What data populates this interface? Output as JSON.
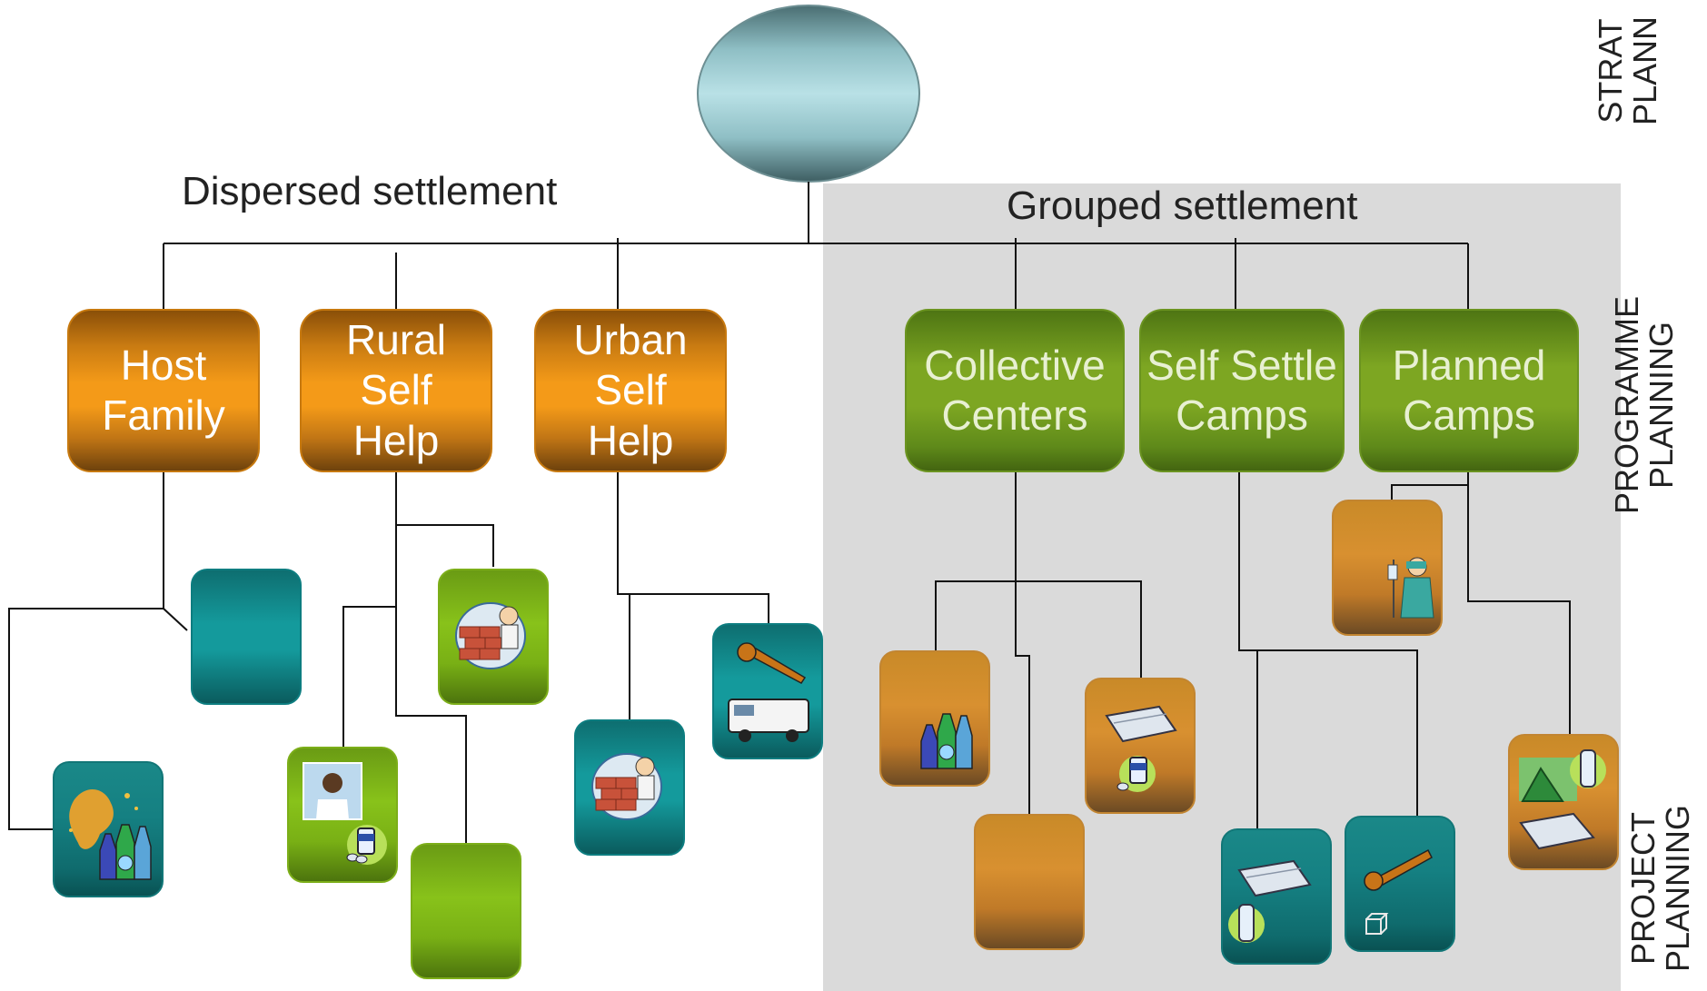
{
  "root": {
    "label": ""
  },
  "branches": {
    "dispersed": "Dispersed settlement",
    "grouped": "Grouped settlement"
  },
  "planning_levels": {
    "strategic_1": "STRAT",
    "strategic_2": "PLANN",
    "programme_1": "PROGRAMME",
    "programme_2": "PLANNING",
    "project_1": "PROJECT",
    "project_2": "PLANNING"
  },
  "options": {
    "host_family": "Host\nFamily",
    "rural_self_help": "Rural\nSelf\nHelp",
    "urban_self_help": "Urban\nSelf\nHelp",
    "collective_centers": "Collective\nCenters",
    "self_settle_camps": "Self Settle\nCamps",
    "planned_camps": "Planned\nCamps"
  },
  "project_boxes": [
    {
      "id": "hf-teal",
      "icon": "empty"
    },
    {
      "id": "hf-nfi",
      "icon": "cleaning-kit-icon"
    },
    {
      "id": "rural-construction",
      "icon": "bricklayer-icon"
    },
    {
      "id": "rural-health",
      "icon": "doctor-medicine-icon"
    },
    {
      "id": "rural-empty",
      "icon": "empty"
    },
    {
      "id": "urban-construction",
      "icon": "bricklayer-icon"
    },
    {
      "id": "urban-services",
      "icon": "wrench-ambulance-icon"
    },
    {
      "id": "cc-nfi",
      "icon": "cleaning-kit-icon"
    },
    {
      "id": "cc-empty",
      "icon": "empty"
    },
    {
      "id": "cc-blanket-medicine",
      "icon": "blanket-medicine-icon"
    },
    {
      "id": "ss-blanket-water",
      "icon": "blanket-water-icon"
    },
    {
      "id": "ss-tools",
      "icon": "wrench-box-icon"
    },
    {
      "id": "pc-medical",
      "icon": "nurse-drip-icon"
    },
    {
      "id": "pc-shelter",
      "icon": "tent-blanket-water-icon"
    }
  ]
}
